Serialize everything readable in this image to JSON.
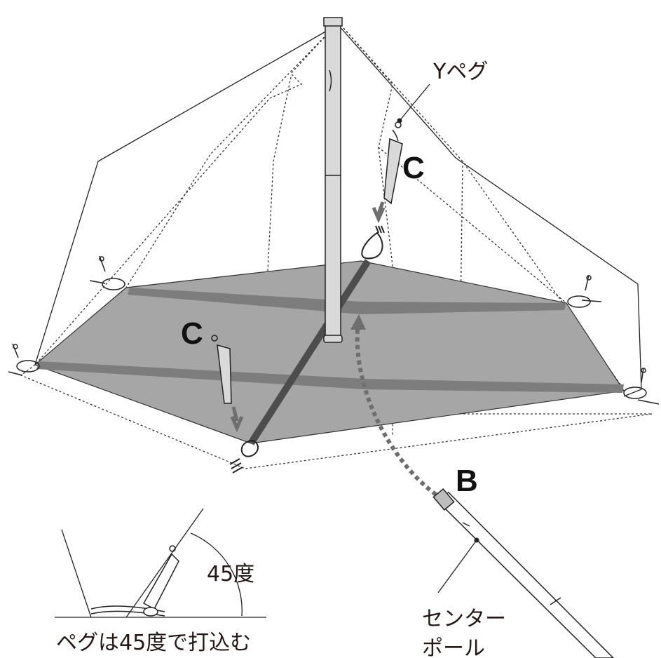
{
  "labels": {
    "y_peg": "Yペグ",
    "step_c_top": "C",
    "step_c_left": "C",
    "step_b": "B",
    "angle": "45度",
    "peg_caption": "ペグは45度で打込む",
    "center_pole_line1": "センター",
    "center_pole_line2": "ポール"
  },
  "colors": {
    "floor_fill": "#a6a6a6",
    "floor_stripe": "#7d7d7d",
    "floor_seam": "#4d4d4d",
    "arrow_gray": "#6e6e6e",
    "line": "#222222",
    "pole_fill": "#d9d9d9"
  }
}
